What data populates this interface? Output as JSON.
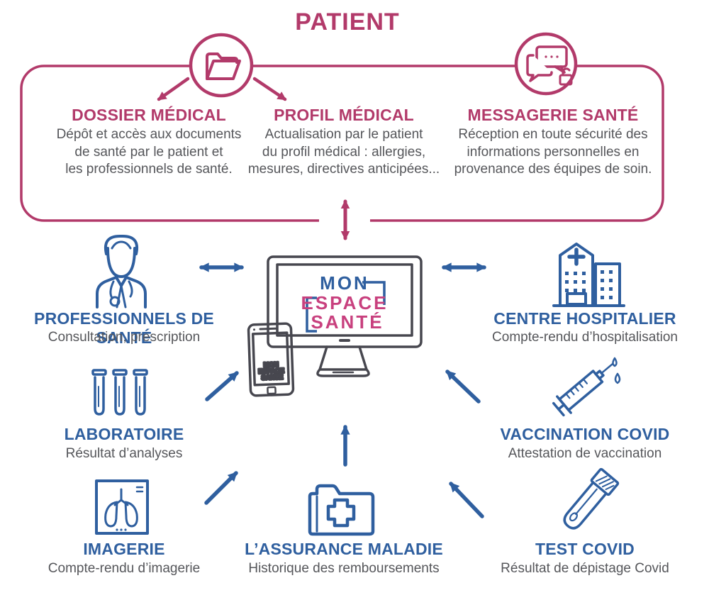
{
  "colors": {
    "pink": "#b23a6a",
    "blue": "#2f5f9f",
    "text_gray": "#55565a",
    "device_gray": "#47474f"
  },
  "title": "PATIENT",
  "patient_box": {
    "sections": [
      {
        "heading": "DOSSIER MÉDICAL",
        "body": "Dépôt et accès aux documents\nde santé par le patient et\nles professionnels de santé."
      },
      {
        "heading": "PROFIL MÉDICAL",
        "body": "Actualisation par le patient\ndu profil médical : allergies,\nmesures, directives anticipées..."
      },
      {
        "heading": "MESSAGERIE SANTÉ",
        "body": "Réception en toute sécurité des\ninformations personnelles en\nprovenance des équipes de soin."
      }
    ],
    "icons": [
      "open-folder-icon",
      "secure-messaging-icon"
    ]
  },
  "center": {
    "logo_lines": [
      "MON",
      "ESPACE",
      "SANTÉ"
    ],
    "devices": [
      "monitor-illustration",
      "smartphone-illustration"
    ]
  },
  "nodes": [
    {
      "id": "professionnels",
      "title": "PROFESSIONNELS DE SANTÉ",
      "subtitle": "Consultation, prescription",
      "icon": "doctor-icon"
    },
    {
      "id": "laboratoire",
      "title": "LABORATOIRE",
      "subtitle": "Résultat d’analyses",
      "icon": "test-tubes-icon"
    },
    {
      "id": "imagerie",
      "title": "IMAGERIE",
      "subtitle": "Compte-rendu d’imagerie",
      "icon": "lungs-xray-icon"
    },
    {
      "id": "assurance",
      "title": "L’ASSURANCE MALADIE",
      "subtitle": "Historique des remboursements",
      "icon": "medical-folder-icon"
    },
    {
      "id": "centre",
      "title": "CENTRE HOSPITALIER",
      "subtitle": "Compte-rendu d’hospitalisation",
      "icon": "hospital-icon"
    },
    {
      "id": "vaccination",
      "title": "VACCINATION COVID",
      "subtitle": "Attestation de vaccination",
      "icon": "syringe-icon"
    },
    {
      "id": "test",
      "title": "TEST COVID",
      "subtitle": "Résultat de dépistage Covid",
      "icon": "swab-tube-icon"
    }
  ]
}
